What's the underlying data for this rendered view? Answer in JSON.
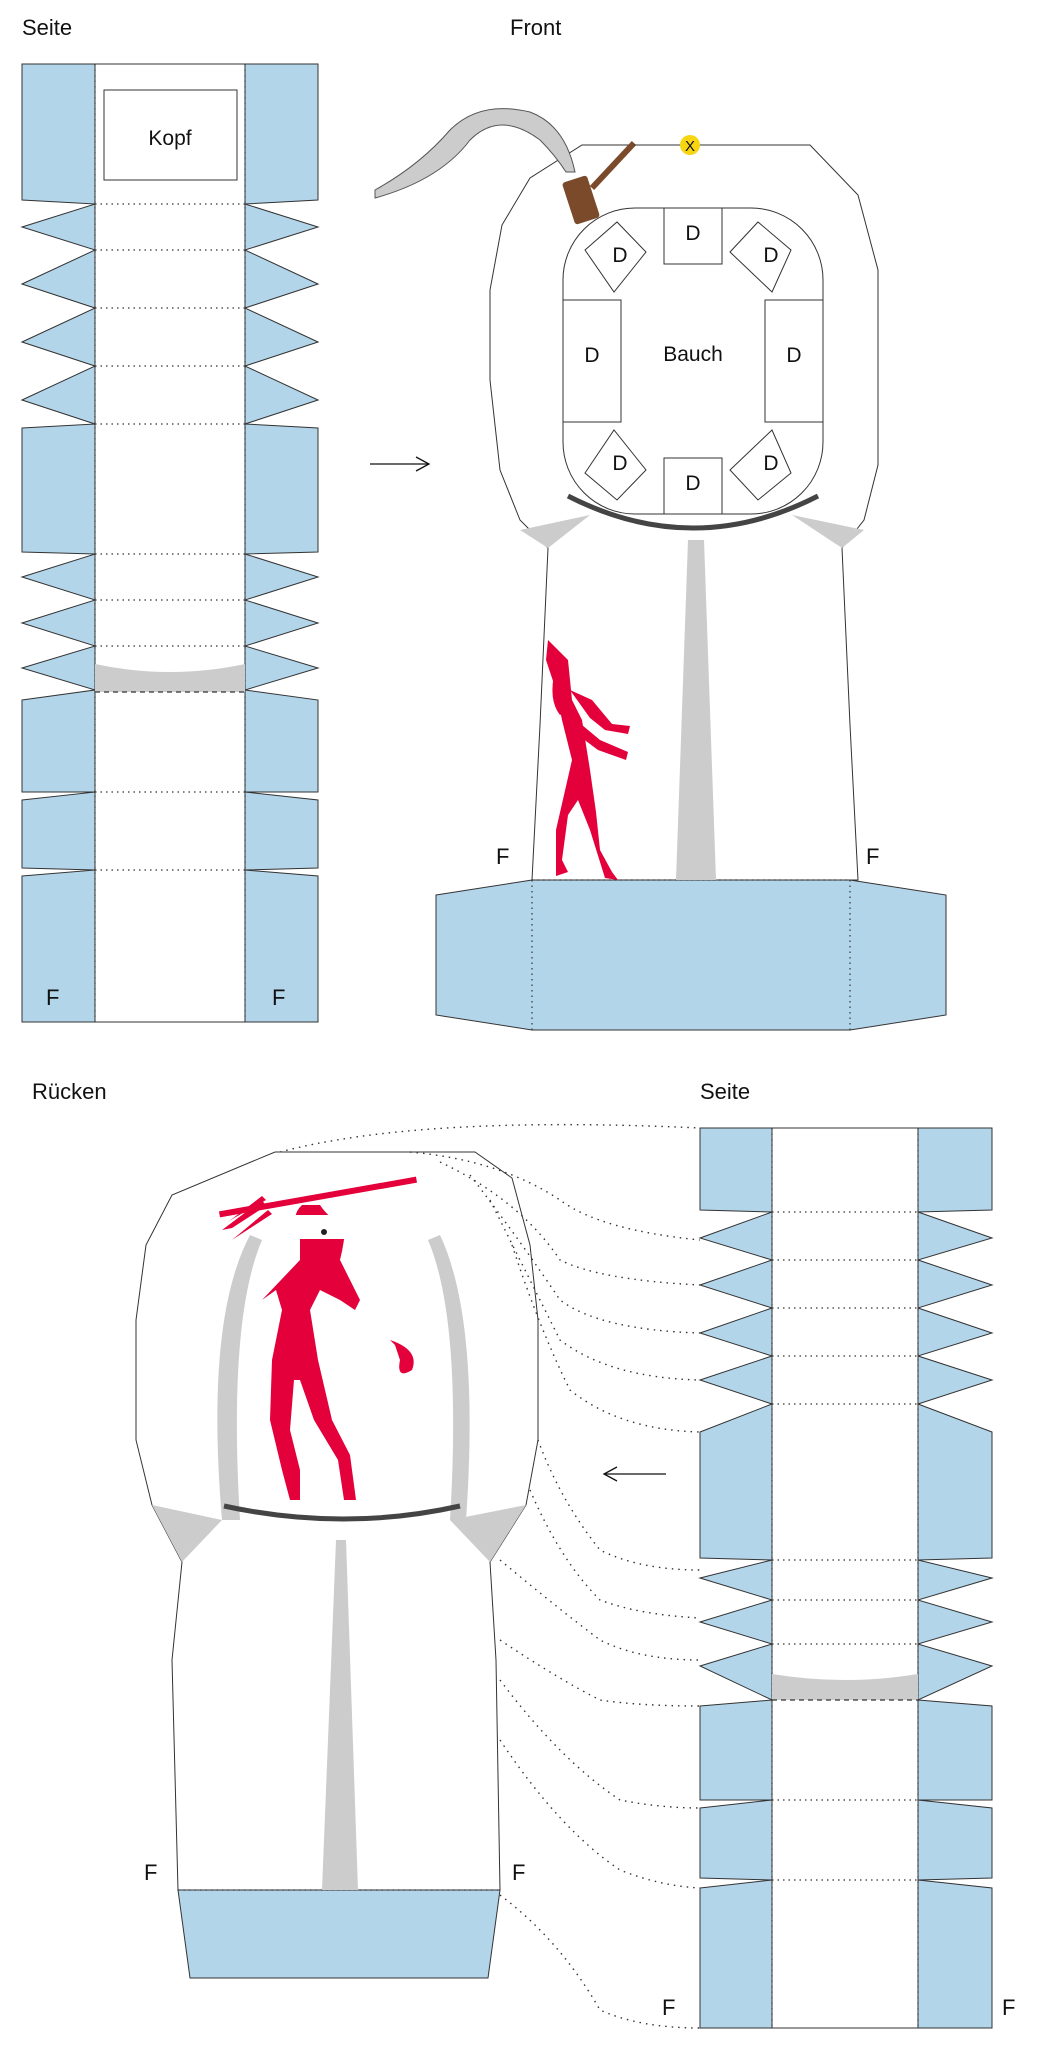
{
  "labels": {
    "seite_top": "Seite",
    "front": "Front",
    "ruecken": "Rücken",
    "seite_bottom": "Seite",
    "kopf": "Kopf",
    "bauch": "Bauch",
    "d": "D",
    "f": "F",
    "x": "X"
  },
  "arrows": {
    "top": "→",
    "bottom": "←"
  },
  "colors": {
    "flap": "#b3d5ea",
    "figure": "#e4003a",
    "shadow": "#cccccc",
    "marker": "#f7d512",
    "pipe_stem": "#7a4a2a",
    "outline": "#333333"
  },
  "icons": {
    "top_figure": "devil-goat-figure",
    "back_figure": "devil-with-trident",
    "accessory": "horn-and-pipe"
  }
}
